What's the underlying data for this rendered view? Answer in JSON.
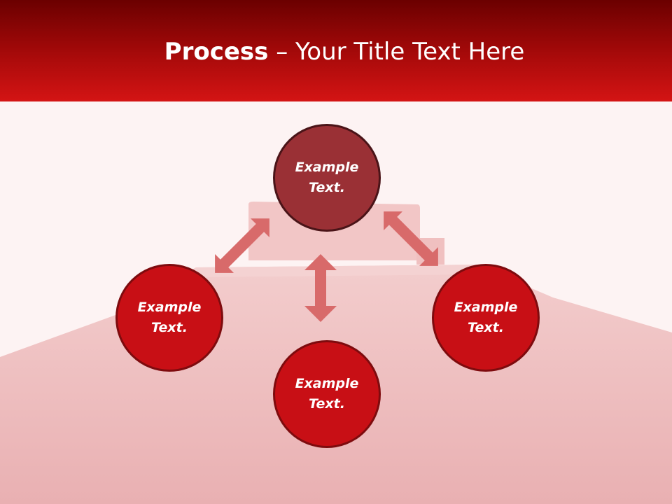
{
  "header": {
    "title_bold": "Process",
    "title_sep": " – ",
    "title_rest": "Your Title Text Here"
  },
  "diagram": {
    "nodes": [
      {
        "id": "top",
        "line1": "Example",
        "line2": "Text."
      },
      {
        "id": "left",
        "line1": "Example",
        "line2": "Text."
      },
      {
        "id": "right",
        "line1": "Example",
        "line2": "Text."
      },
      {
        "id": "bottom",
        "line1": "Example",
        "line2": "Text."
      }
    ]
  },
  "colors": {
    "header_dark": "#6b0000",
    "header_light": "#d41414",
    "node_top_fill": "#9a3035",
    "node_fill": "#c80f15",
    "arrow": "#d86a6a",
    "carpet": "#f0c4c4"
  }
}
